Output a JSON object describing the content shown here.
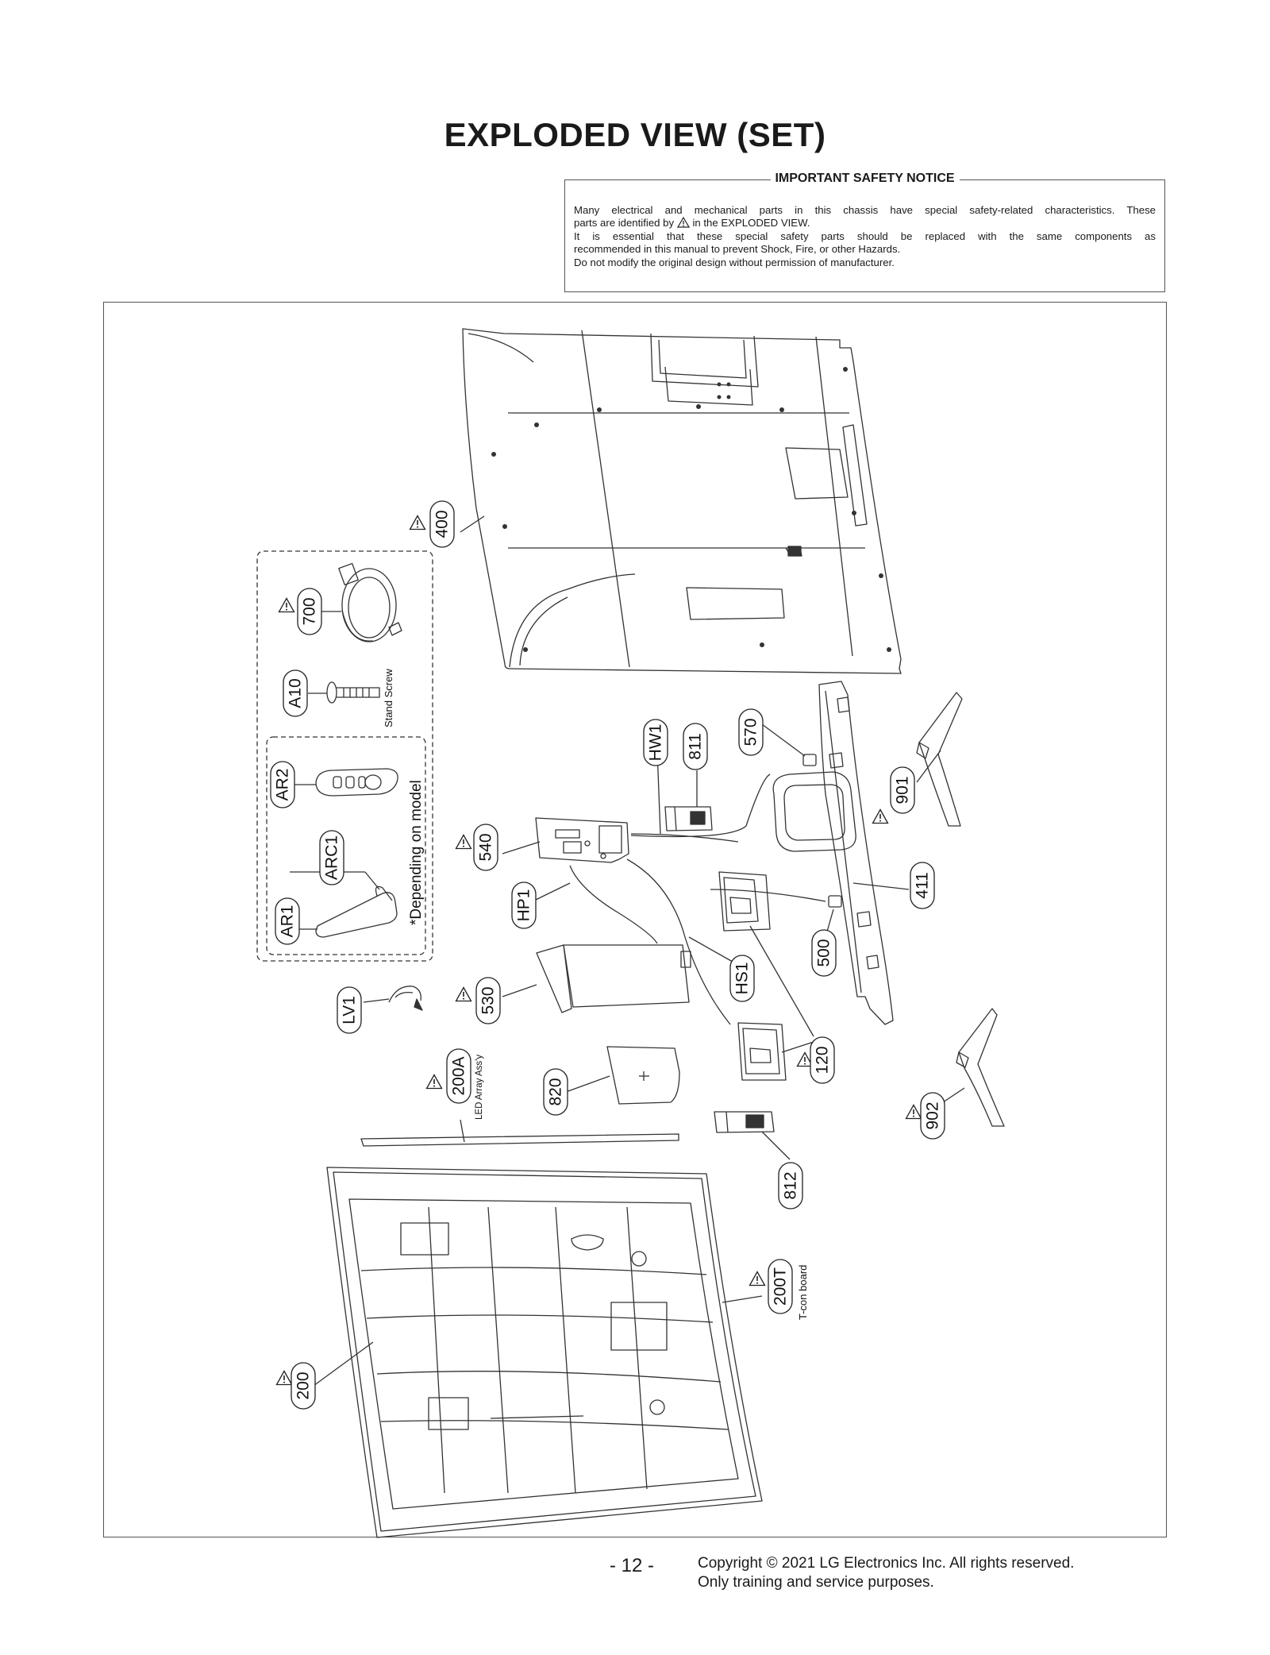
{
  "page": {
    "title": "EXPLODED VIEW (SET)",
    "page_number": "- 12 -",
    "copyright_line1": "Copyright © 2021 LG Electronics Inc. All rights reserved.",
    "copyright_line2": "Only training and service purposes."
  },
  "notice": {
    "title": "IMPORTANT SAFETY NOTICE",
    "line1": "Many electrical and mechanical parts in this chassis have special safety-related characteristics. These",
    "line2_pre": "parts are identified by",
    "line2_post": "in the EXPLODED VIEW.",
    "line3": "It is essential that these special safety parts should be replaced with the same components as",
    "line4": "recommended in this manual to prevent Shock, Fire, or other Hazards.",
    "line5": "Do not modify the original design without permission of manufacturer."
  },
  "parts": {
    "p400": "400",
    "p700": "700",
    "pA10": "A10",
    "pAR2": "AR2",
    "pARC1": "ARC1",
    "pAR1": "AR1",
    "pLV1": "LV1",
    "pHW1": "HW1",
    "p811": "811",
    "p570": "570",
    "p901": "901",
    "p540": "540",
    "pHP1": "HP1",
    "p411": "411",
    "p500": "500",
    "p530": "530",
    "pHS1": "HS1",
    "p120": "120",
    "p820": "820",
    "p200A": "200A",
    "p902": "902",
    "p812": "812",
    "p200T": "200T",
    "p200": "200"
  },
  "captions": {
    "stand_screw": "Stand Screw",
    "depending_on_model": "*Depending on model",
    "led_array": "LED Array Ass'y",
    "tcon_board": "T-con board"
  }
}
